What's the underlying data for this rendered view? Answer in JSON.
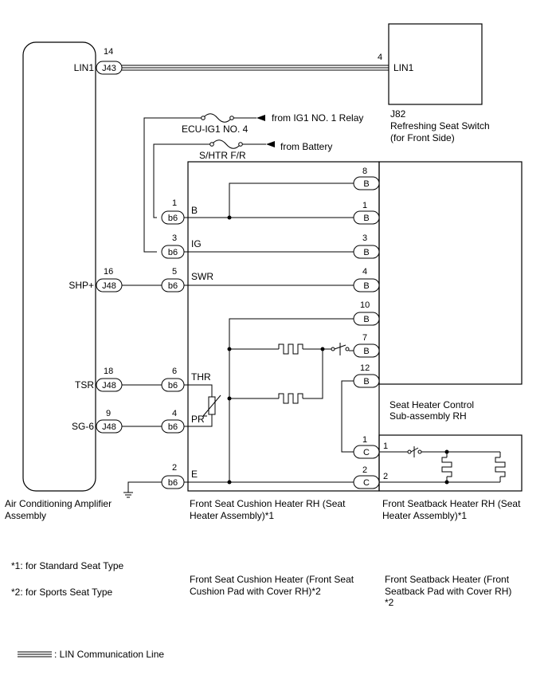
{
  "amplifier": {
    "name_line1": "Air Conditioning Amplifier",
    "name_line2": "Assembly",
    "terminals": [
      {
        "signal": "LIN1",
        "pin": "14",
        "connector": "J43"
      },
      {
        "signal": "SHP+",
        "pin": "16",
        "connector": "J48"
      },
      {
        "signal": "TSR",
        "pin": "18",
        "connector": "J48"
      },
      {
        "signal": "SG-6",
        "pin": "9",
        "connector": "J48"
      }
    ],
    "ground": {
      "pin": "2",
      "connector": "b6"
    }
  },
  "switch_unit": {
    "pin": "4",
    "signal": "LIN1",
    "connector": "J82",
    "name_line1": "Refreshing Seat Switch",
    "name_line2": "(for Front Side)"
  },
  "fuses": {
    "ecu_ig1": "ECU-IG1 NO. 4",
    "ecu_ig1_source": "from IG1 NO. 1 Relay",
    "shtr": "S/HTR F/R",
    "shtr_source": "from Battery"
  },
  "cushion_heater": {
    "left_terminals": [
      {
        "pin": "1",
        "connector": "b6",
        "signal": "B"
      },
      {
        "pin": "3",
        "connector": "b6",
        "signal": "IG"
      },
      {
        "pin": "5",
        "connector": "b6",
        "signal": "SWR"
      },
      {
        "pin": "6",
        "connector": "b6",
        "signal": "THR"
      },
      {
        "pin": "4",
        "connector": "b6",
        "signal": "PR"
      },
      {
        "pin": "2",
        "connector": "b6",
        "signal": "E"
      }
    ],
    "right_terminals": [
      {
        "pin": "8",
        "connector": "B"
      },
      {
        "pin": "1",
        "connector": "B"
      },
      {
        "pin": "3",
        "connector": "B"
      },
      {
        "pin": "4",
        "connector": "B"
      },
      {
        "pin": "10",
        "connector": "B"
      },
      {
        "pin": "7",
        "connector": "B"
      },
      {
        "pin": "12",
        "connector": "B"
      },
      {
        "pin": "1",
        "connector": "C"
      },
      {
        "pin": "2",
        "connector": "C"
      }
    ],
    "name_line1": "Front Seat Cushion Heater RH (Seat",
    "name_line2": "Heater Assembly)*1",
    "alt_name_line1": "Front Seat Cushion Heater (Front Seat",
    "alt_name_line2": "Cushion Pad with Cover RH)*2"
  },
  "controller": {
    "name_line1": "Seat Heater Control",
    "name_line2": "Sub-assembly RH"
  },
  "seatback_heater": {
    "pins": [
      "1",
      "2"
    ],
    "name_line1": "Front Seatback Heater RH (Seat",
    "name_line2": "Heater Assembly)*1",
    "alt_name_line1": "Front Seatback Heater (Front",
    "alt_name_line2": "Seatback Pad with Cover RH)",
    "alt_name_line3": "*2"
  },
  "notes": {
    "note1": "*1: for Standard Seat Type",
    "note2": "*2: for Sports Seat Type"
  },
  "legend": {
    "lin_line": ": LIN Communication Line"
  }
}
